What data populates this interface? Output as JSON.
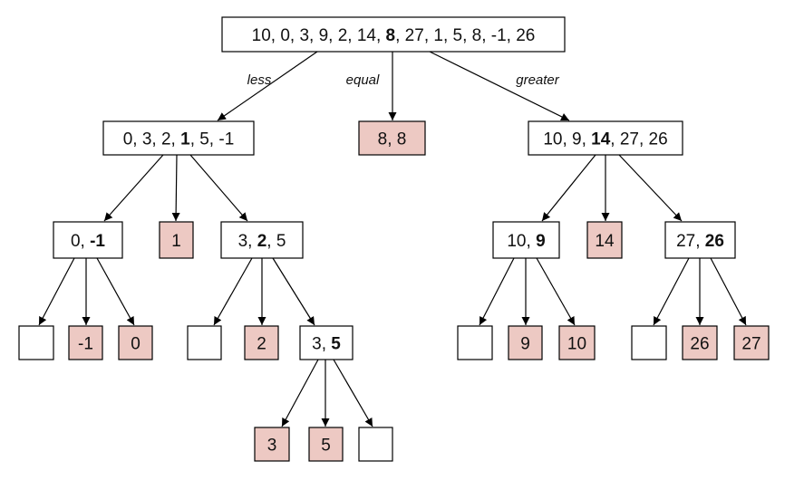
{
  "colors": {
    "leaf_fill": "#edc9c3",
    "node_fill": "#ffffff",
    "stroke": "#000000"
  },
  "edge_labels": {
    "less": "less",
    "equal": "equal",
    "greater": "greater"
  },
  "nodes": {
    "root": {
      "parts": [
        "10, 0, 3, 9, 2, 14, ",
        "8",
        ", 27, 1, 5, 8, -1, 26"
      ]
    },
    "less1": {
      "parts": [
        "0, 3, 2, ",
        "1",
        ", 5, -1"
      ]
    },
    "eq1": {
      "parts": [
        "8, 8"
      ],
      "leaf": true
    },
    "gr1": {
      "parts": [
        "10, 9, ",
        "14",
        ", 27, 26"
      ]
    },
    "l_a": {
      "parts": [
        "0, ",
        "-1"
      ]
    },
    "l_eq": {
      "parts": [
        "1"
      ],
      "leaf": true
    },
    "l_b": {
      "parts": [
        "3, ",
        "2",
        ", 5"
      ]
    },
    "g_a": {
      "parts": [
        "10, ",
        "9"
      ]
    },
    "g_eq": {
      "parts": [
        "14"
      ],
      "leaf": true
    },
    "g_b": {
      "parts": [
        "27, ",
        "26"
      ]
    },
    "la_l": {
      "parts": [
        ""
      ]
    },
    "la_e": {
      "parts": [
        "-1"
      ],
      "leaf": true
    },
    "la_g": {
      "parts": [
        "0"
      ],
      "leaf": true
    },
    "lb_l": {
      "parts": [
        ""
      ]
    },
    "lb_e": {
      "parts": [
        "2"
      ],
      "leaf": true
    },
    "lb_g": {
      "parts": [
        "3, ",
        "5"
      ]
    },
    "ga_l": {
      "parts": [
        ""
      ]
    },
    "ga_e": {
      "parts": [
        "9"
      ],
      "leaf": true
    },
    "ga_g": {
      "parts": [
        "10"
      ],
      "leaf": true
    },
    "gb_l": {
      "parts": [
        ""
      ]
    },
    "gb_e": {
      "parts": [
        "26"
      ],
      "leaf": true
    },
    "gb_g": {
      "parts": [
        "27"
      ],
      "leaf": true
    },
    "lbg_l": {
      "parts": [
        "3"
      ],
      "leaf": true
    },
    "lbg_e": {
      "parts": [
        "5"
      ],
      "leaf": true
    },
    "lbg_g": {
      "parts": [
        ""
      ]
    }
  }
}
